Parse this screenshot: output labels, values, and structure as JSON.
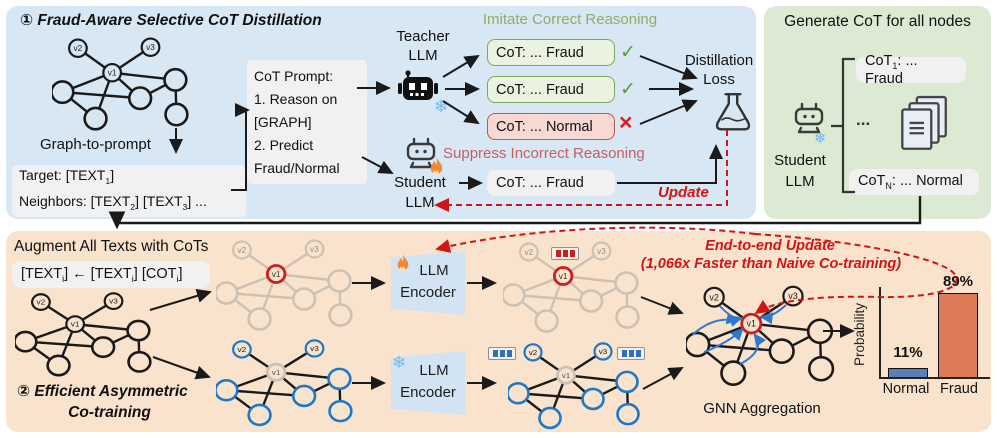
{
  "colors": {
    "panel_blue": "#d7e7f4",
    "panel_green": "#dcead3",
    "panel_orange": "#fae3cd",
    "accent_red": "#d21414",
    "imitate_green": "#8fae68",
    "suppress_red": "#c4615e",
    "node_blue": "#1d79c8",
    "node_faded": "#cbc1b4"
  },
  "icons": {
    "snowflake": "❄",
    "check": "✓",
    "cross": "×",
    "ellipsis": "..."
  },
  "graph_labels": {
    "v1": "v1",
    "v2": "v2",
    "v3": "v3"
  },
  "panel_distill": {
    "title": "① Fraud-Aware Selective CoT Distillation",
    "graph_caption": "Graph-to-prompt",
    "target_line1": [
      {
        "t": "Target: [TEXT"
      },
      {
        "t": "1",
        "sub": true
      },
      {
        "t": "]"
      }
    ],
    "target_line2": [
      {
        "t": "Neighbors: [TEXT"
      },
      {
        "t": "2",
        "sub": true
      },
      {
        "t": "] [TEXT"
      },
      {
        "t": "3",
        "sub": true
      },
      {
        "t": "] ..."
      }
    ],
    "cot_prompt_lines": [
      "CoT Prompt:",
      "1. Reason on",
      "[GRAPH]",
      "2. Predict",
      "Fraud/Normal"
    ],
    "teacher_line1": "Teacher",
    "teacher_line2": "LLM",
    "imitate_label": "Imitate Correct Reasoning",
    "cot_output_1": "CoT: ... Fraud",
    "cot_output_2": "CoT: ... Fraud",
    "cot_output_3": "CoT: ... Normal",
    "student_line1": "Student",
    "student_line2": "LLM",
    "suppress_label": "Suppress Incorrect Reasoning",
    "student_output": "CoT: ... Fraud",
    "loss_line1": "Distillation",
    "loss_line2": "Loss",
    "update_label": "Update"
  },
  "panel_generate": {
    "title": "Generate CoT for all nodes",
    "cot_first": [
      {
        "t": "CoT"
      },
      {
        "t": "1",
        "sub": true
      },
      {
        "t": ": ... Fraud"
      }
    ],
    "cot_last": [
      {
        "t": "CoT"
      },
      {
        "t": "N",
        "sub": true
      },
      {
        "t": ": ... Normal"
      }
    ],
    "student_line1": "Student",
    "student_line2": "LLM"
  },
  "panel_cotrain": {
    "augment_title": "Augment All Texts with CoTs",
    "formula": [
      {
        "t": "[TEXT"
      },
      {
        "t": "i",
        "sub": true
      },
      {
        "t": "] ← [TEXT"
      },
      {
        "t": "i",
        "sub": true
      },
      {
        "t": "] [COT"
      },
      {
        "t": "i",
        "sub": true
      },
      {
        "t": "]"
      }
    ],
    "title_line1": "② Efficient Asymmetric",
    "title_line2": "Co-training",
    "encoder_line1": "LLM",
    "encoder_line2": "Encoder",
    "gnn_label": "GNN Aggregation",
    "update_line1": "End-to-end Update",
    "update_line2": "(1,066x Faster than Naive Co-training)"
  },
  "chart_data": {
    "type": "bar",
    "categories": [
      "Normal",
      "Fraud"
    ],
    "values": [
      11,
      89
    ],
    "value_labels": [
      "11%",
      "89%"
    ],
    "ylabel": "Probability",
    "ylim": [
      0,
      100
    ],
    "bar_colors": [
      "#5b7fb5",
      "#df7a58"
    ],
    "legend": "none",
    "grid": false
  }
}
